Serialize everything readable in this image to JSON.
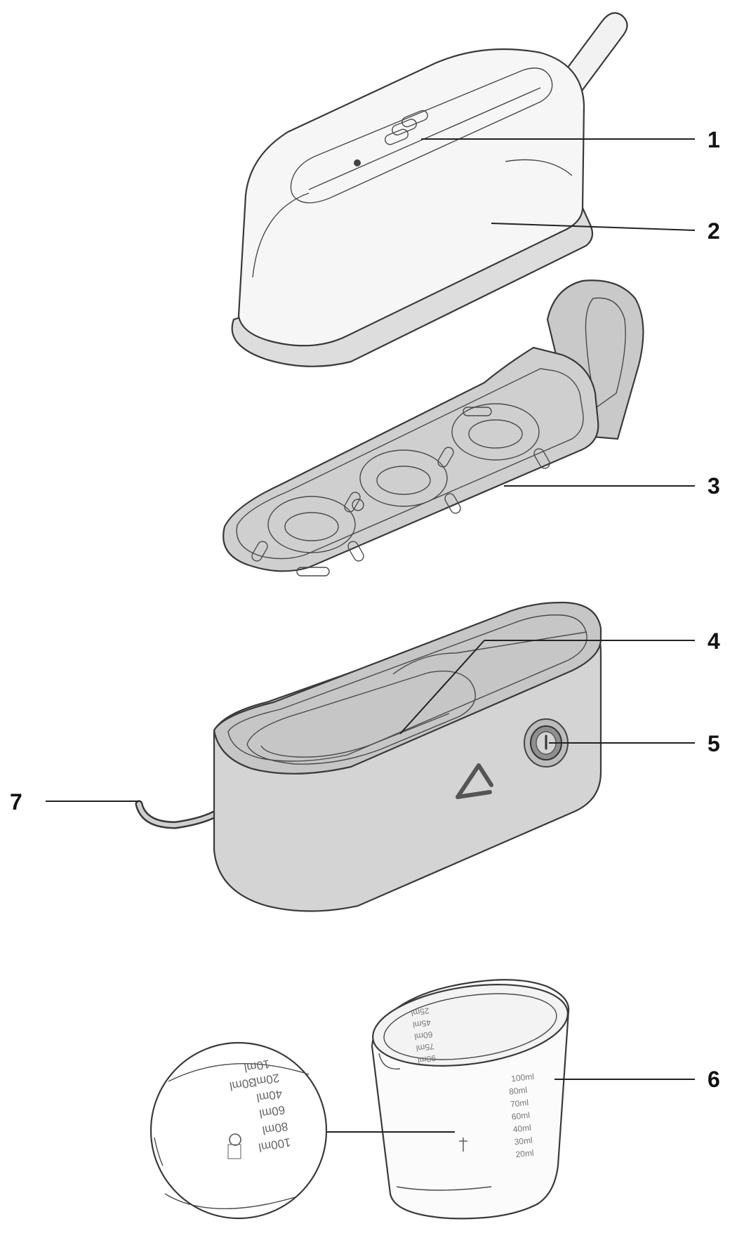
{
  "callouts": [
    {
      "id": "1",
      "label": "1",
      "part": "lid vent holes"
    },
    {
      "id": "2",
      "label": "2",
      "part": "lid"
    },
    {
      "id": "3",
      "label": "3",
      "part": "egg tray"
    },
    {
      "id": "4",
      "label": "4",
      "part": "heating plate"
    },
    {
      "id": "5",
      "label": "5",
      "part": "power button"
    },
    {
      "id": "6",
      "label": "6",
      "part": "measuring cup"
    },
    {
      "id": "7",
      "label": "7",
      "part": "power cord"
    }
  ],
  "cup_scale_left": [
    "90ml",
    "75ml",
    "60ml",
    "45ml",
    "25ml"
  ],
  "cup_scale_right": [
    "100ml",
    "80ml",
    "70ml",
    "60ml",
    "40ml",
    "30ml",
    "20ml"
  ],
  "magnified_scale": [
    "10ml",
    "20ml",
    "30ml",
    "40ml",
    "60ml",
    "80ml",
    "100ml"
  ],
  "colors": {
    "body_fill": "#d4d4d4",
    "tray_fill": "#cfcfcf",
    "lid_fill": "#f6f6f6",
    "button_ring": "#9a9a9a"
  }
}
